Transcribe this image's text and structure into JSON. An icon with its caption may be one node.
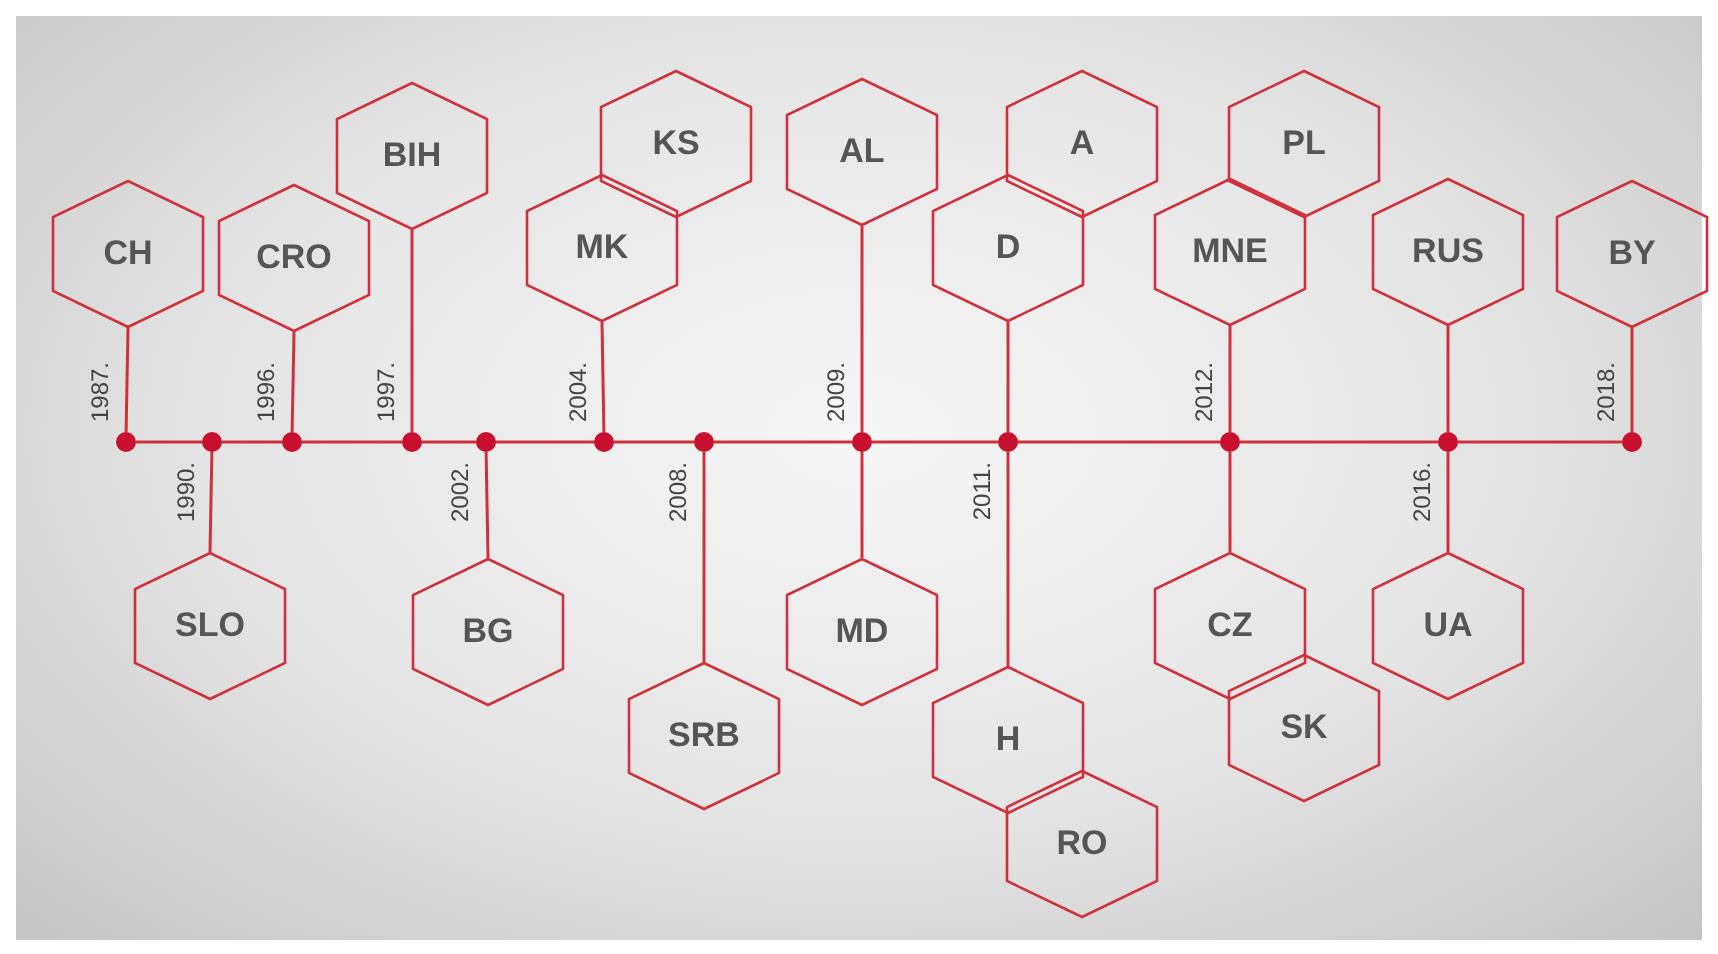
{
  "diagram": {
    "nodes": [
      {
        "text": [],
        "shape": "circle",
        "beside": [
          "1987."
        ]
      },
      {
        "text": [
          "CH"
        ]
      },
      {
        "text": [],
        "shape": "circle",
        "beside": [
          "1990."
        ]
      },
      {
        "text": [
          "SLO"
        ]
      },
      {
        "text": [],
        "shape": "circle",
        "beside": [
          "1996."
        ]
      },
      {
        "text": [
          "CRO"
        ]
      },
      {
        "text": [],
        "shape": "circle",
        "beside": [
          "1997."
        ]
      },
      {
        "text": [
          "BIH"
        ]
      },
      {
        "text": [],
        "shape": "circle",
        "beside": [
          "2002."
        ]
      },
      {
        "text": [
          "BG"
        ]
      },
      {
        "text": [],
        "shape": "circle",
        "beside": [
          "2004."
        ]
      },
      {
        "text": [
          "MK"
        ]
      },
      {
        "text": [
          "KS"
        ]
      },
      {
        "text": [],
        "shape": "circle",
        "beside": [
          "2008."
        ]
      },
      {
        "text": [
          "SRB"
        ]
      },
      {
        "text": [],
        "shape": "circle",
        "beside": [
          "2009."
        ]
      },
      {
        "text": [
          "AL"
        ]
      },
      {
        "text": [
          "MD"
        ]
      },
      {
        "text": [],
        "shape": "circle",
        "beside": [
          "2011."
        ]
      },
      {
        "text": [
          "D"
        ]
      },
      {
        "text": [
          "A"
        ]
      },
      {
        "text": [
          "H"
        ]
      },
      {
        "text": [
          "RO"
        ]
      },
      {
        "text": [],
        "shape": "circle",
        "beside": [
          "2012."
        ]
      },
      {
        "text": [
          "MNE"
        ]
      },
      {
        "text": [
          "PL"
        ]
      },
      {
        "text": [
          "CZ"
        ]
      },
      {
        "text": [
          "SK"
        ]
      },
      {
        "text": [],
        "shape": "circle",
        "beside": [
          "2016."
        ]
      },
      {
        "text": [
          "RUS"
        ]
      },
      {
        "text": [
          "UA"
        ]
      },
      {
        "text": [],
        "shape": "circle",
        "beside": [
          "2018."
        ]
      },
      {
        "text": [
          "BY"
        ]
      }
    ],
    "edges": [
      {
        "from": 0,
        "to": 2,
        "arrow": "none"
      },
      {
        "from": 2,
        "to": 4,
        "arrow": "none"
      },
      {
        "from": 4,
        "to": 6,
        "arrow": "none"
      },
      {
        "from": 6,
        "to": 8,
        "arrow": "none"
      },
      {
        "from": 8,
        "to": 10,
        "arrow": "none"
      },
      {
        "from": 10,
        "to": 13,
        "arrow": "none"
      },
      {
        "from": 13,
        "to": 15,
        "arrow": "none"
      },
      {
        "from": 15,
        "to": 18,
        "arrow": "none"
      },
      {
        "from": 18,
        "to": 23,
        "arrow": "none"
      },
      {
        "from": 23,
        "to": 28,
        "arrow": "none"
      },
      {
        "from": 28,
        "to": 31,
        "arrow": "none"
      },
      {
        "from": 0,
        "to": 1,
        "arrow": "none"
      },
      {
        "from": 2,
        "to": 3,
        "arrow": "none"
      },
      {
        "from": 4,
        "to": 5,
        "arrow": "none"
      },
      {
        "from": 6,
        "to": 7,
        "arrow": "none"
      },
      {
        "from": 8,
        "to": 9,
        "arrow": "none"
      },
      {
        "from": 10,
        "to": 11,
        "arrow": "none"
      },
      {
        "from": 13,
        "to": 14,
        "arrow": "none"
      },
      {
        "from": 15,
        "to": 16,
        "arrow": "none"
      },
      {
        "from": 15,
        "to": 17,
        "arrow": "none"
      },
      {
        "from": 18,
        "to": 19,
        "arrow": "none"
      },
      {
        "from": 18,
        "to": 21,
        "arrow": "none"
      },
      {
        "from": 23,
        "to": 24,
        "arrow": "none"
      },
      {
        "from": 23,
        "to": 26,
        "arrow": "none"
      },
      {
        "from": 28,
        "to": 29,
        "arrow": "none"
      },
      {
        "from": 28,
        "to": 30,
        "arrow": "none"
      },
      {
        "from": 31,
        "to": 32,
        "arrow": "none"
      }
    ]
  }
}
